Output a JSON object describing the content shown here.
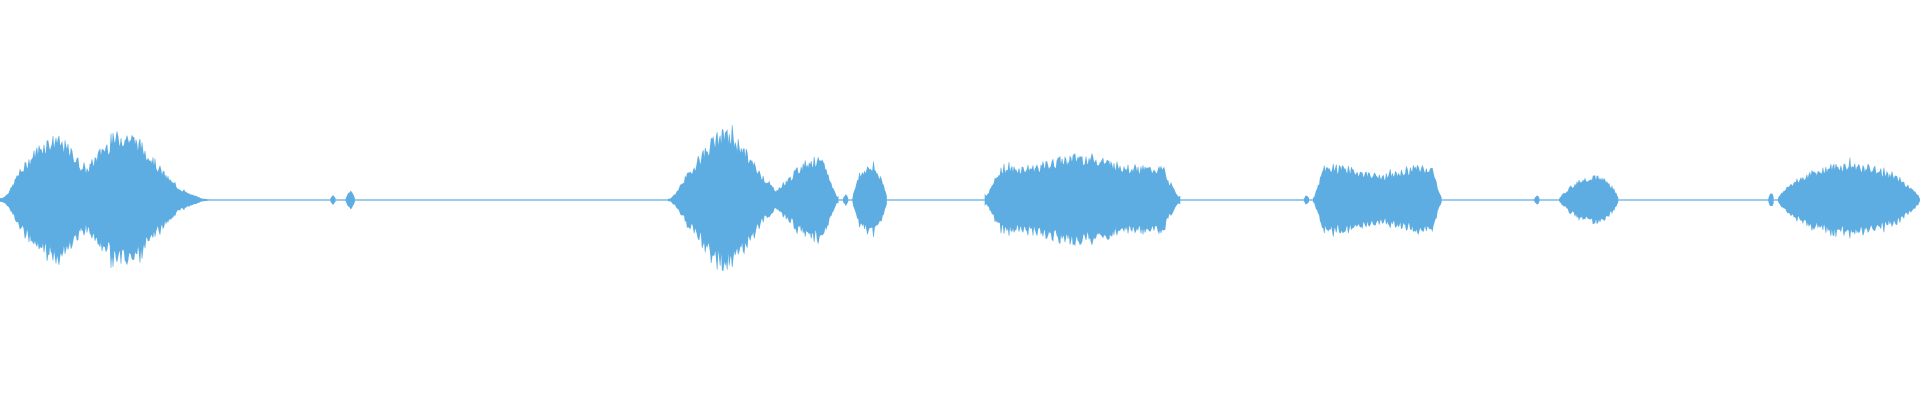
{
  "waveform": {
    "color": "#5dade2",
    "segments": [
      {
        "start": 0.0,
        "end": 0.111,
        "peak": 0.6,
        "shape": "double-lobe"
      },
      {
        "start": 0.172,
        "end": 0.175,
        "peak": 0.04,
        "shape": "blip"
      },
      {
        "start": 0.18,
        "end": 0.185,
        "peak": 0.08,
        "shape": "blip"
      },
      {
        "start": 0.348,
        "end": 0.437,
        "peak": 0.6,
        "shape": "front-heavy"
      },
      {
        "start": 0.439,
        "end": 0.442,
        "peak": 0.05,
        "shape": "blip"
      },
      {
        "start": 0.444,
        "end": 0.462,
        "peak": 0.3,
        "shape": "bump"
      },
      {
        "start": 0.513,
        "end": 0.615,
        "peak": 0.4,
        "shape": "middle-heavy"
      },
      {
        "start": 0.679,
        "end": 0.682,
        "peak": 0.04,
        "shape": "blip"
      },
      {
        "start": 0.684,
        "end": 0.751,
        "peak": 0.32,
        "shape": "plateau"
      },
      {
        "start": 0.799,
        "end": 0.802,
        "peak": 0.04,
        "shape": "blip"
      },
      {
        "start": 0.812,
        "end": 0.843,
        "peak": 0.27,
        "shape": "rising"
      },
      {
        "start": 0.921,
        "end": 0.924,
        "peak": 0.07,
        "shape": "blip"
      },
      {
        "start": 0.926,
        "end": 1.0,
        "peak": 0.32,
        "shape": "bump"
      }
    ]
  }
}
